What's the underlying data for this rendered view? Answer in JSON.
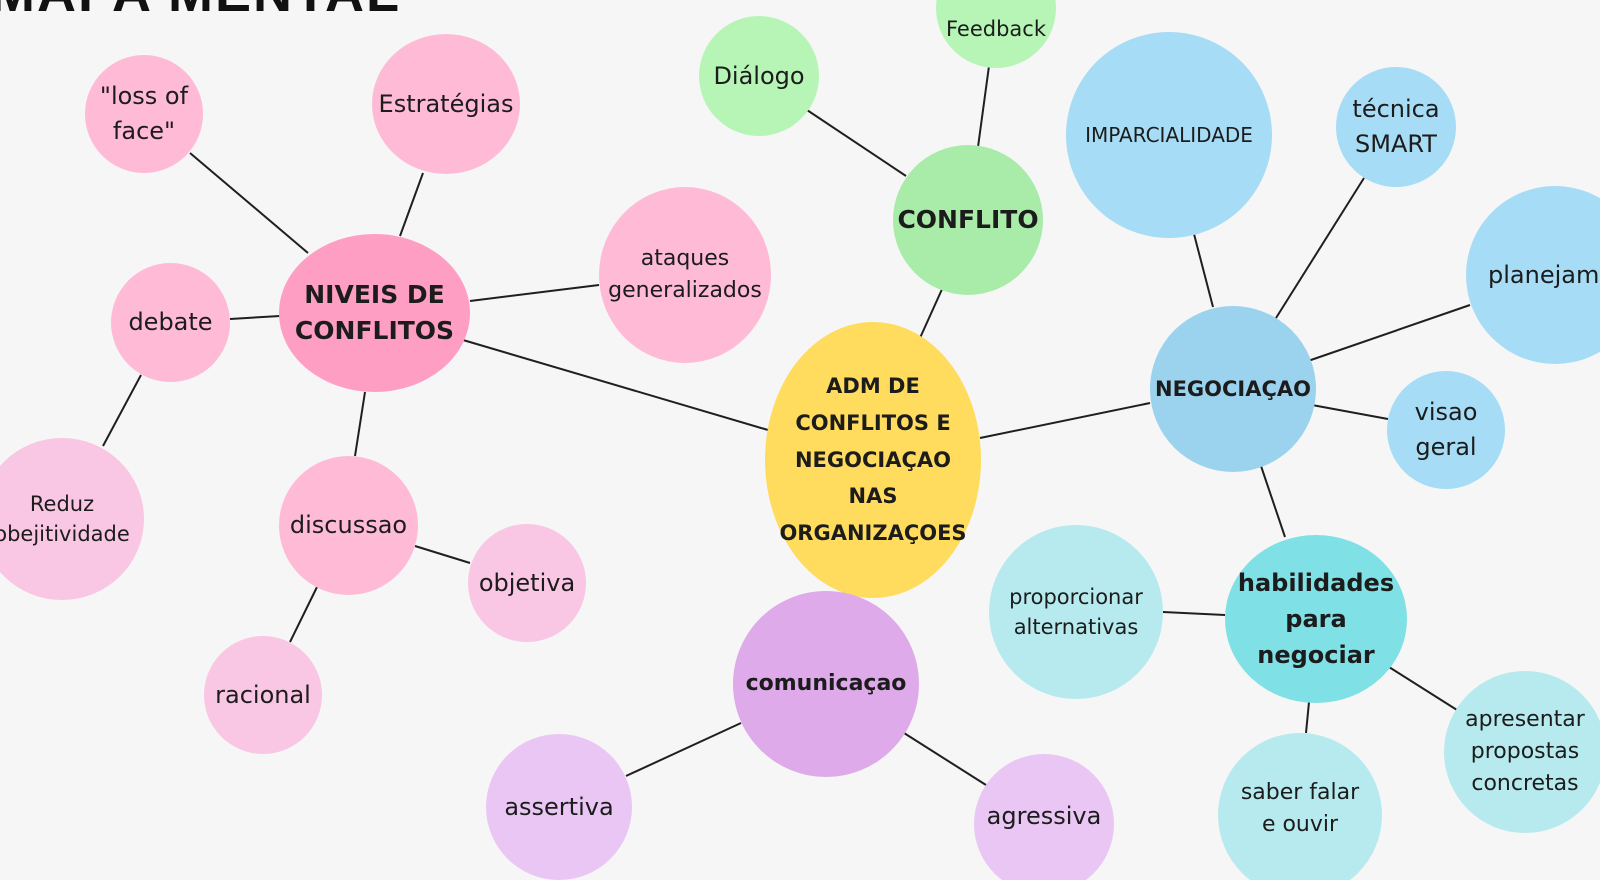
{
  "title": "MAPA MENTAL",
  "colors": {
    "background": "#f6f6f6",
    "center": "#ffdc5e",
    "pink_dark": "#ff9ec3",
    "pink": "#ffbad6",
    "pink_light": "#f9c6e4",
    "green": "#a9eca9",
    "green_light": "#b7f5b7",
    "blue": "#9bd3ee",
    "blue_light": "#a6dcf5",
    "cyan": "#7fe0e6",
    "cyan_light": "#b6eaee",
    "purple": "#deaaea",
    "purple_light": "#e9c6f4",
    "edge": "#1f1f1f"
  },
  "nodes": {
    "center": "ADM DE\nCONFLITOS E\nNEGOCIAÇAO NAS\nORGANIZAÇOES",
    "niveis": "NIVEIS DE\nCONFLITOS",
    "loss_of_face": "\"loss of\nface\"",
    "estrategias": "Estratégias",
    "debate": "debate",
    "ataques": "ataques\ngeneralizados",
    "discussao": "discussao",
    "reduz": "Reduz\nobejitividade",
    "objetiva": "objetiva",
    "racional": "racional",
    "conflito": "CONFLITO",
    "dialogo": "Diálogo",
    "feedback": "Feedback",
    "negociacao": "NEGOCIAÇAO",
    "imparcialidade": "IMPARCIALIDADE",
    "tecnica_smart": "técnica\nSMART",
    "planejamento": "planejamento",
    "visao_geral": "visao\ngeral",
    "habilidades": "habilidades\npara\nnegociar",
    "proporcionar": "proporcionar\nalternativas",
    "apresentar": "apresentar\npropostas\nconcretas",
    "saber_falar": "saber falar\ne ouvir",
    "comunicacao": "comunicaçao",
    "assertiva": "assertiva",
    "agressiva": "agressiva"
  }
}
